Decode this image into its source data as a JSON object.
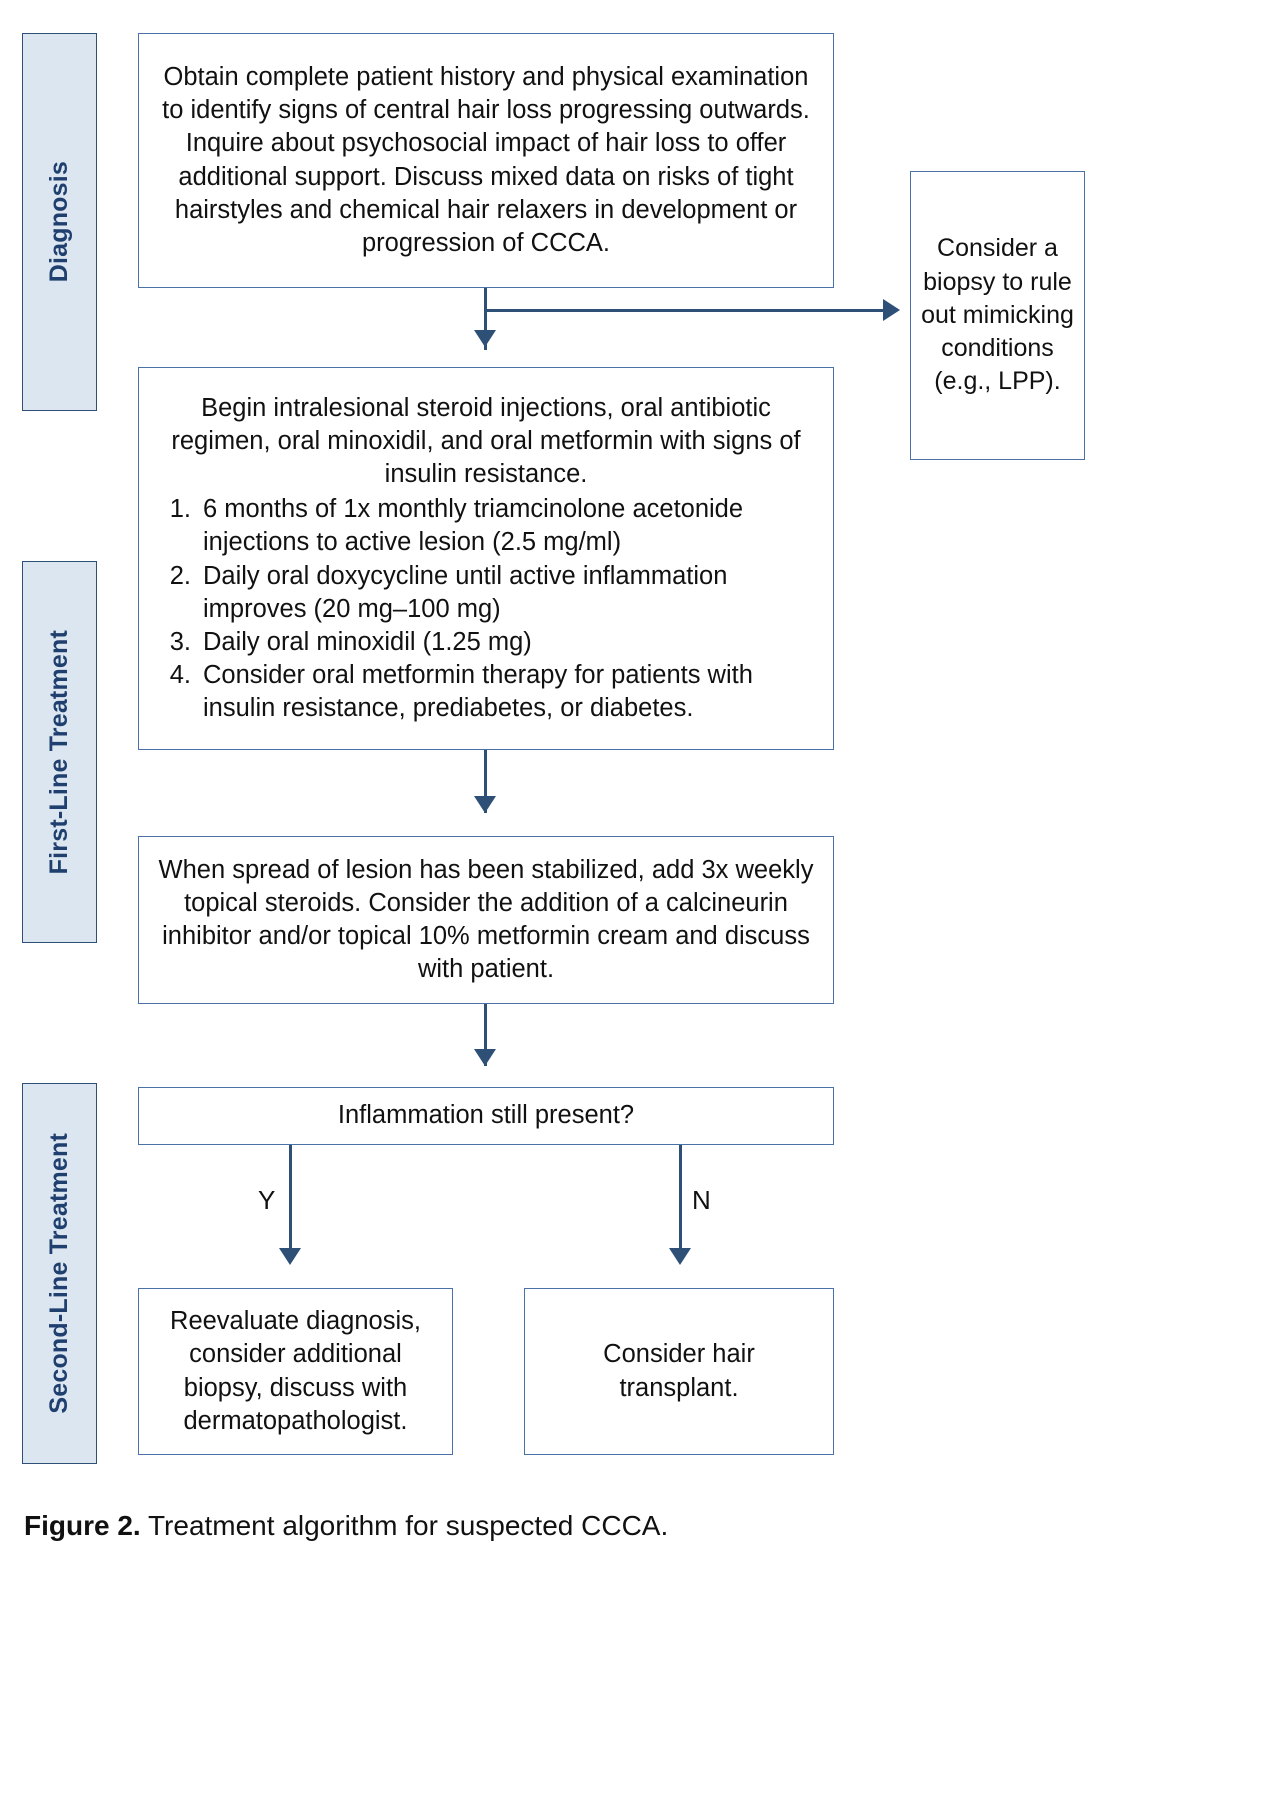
{
  "figure": {
    "caption_label": "Figure 2.",
    "caption_text": " Treatment algorithm for suspected CCCA."
  },
  "colors": {
    "phase_fill": "#dce6f1",
    "phase_border": "#2e5077",
    "phase_text": "#1f3f6e",
    "box_border": "#4a72a8",
    "connector": "#2e5077",
    "page_background": "#ffffff"
  },
  "phases": [
    {
      "label": "Diagnosis"
    },
    {
      "label": "First-Line Treatment"
    },
    {
      "label": "Second-Line Treatment"
    }
  ],
  "nodes": {
    "history": {
      "name": "patient-history-box",
      "text": "Obtain complete patient history and physical examination to identify signs of central hair loss progressing outwards. Inquire about psychosocial impact of hair loss to offer additional support. Discuss mixed data on risks of tight hairstyles and chemical hair relaxers in development or progression of  CCCA."
    },
    "biopsy": {
      "name": "biopsy-box",
      "text": "Consider a biopsy to rule out mimicking conditions (e.g., LPP)."
    },
    "first_line": {
      "name": "first-line-treatment-box",
      "intro": "Begin intralesional steroid injections, oral antibiotic regimen, oral minoxidil, and oral metformin with signs of insulin resistance.",
      "items": [
        {
          "num": "1.",
          "text": "6 months of 1x monthly triamcinolone acetonide injections to active lesion (2.5 mg/ml)"
        },
        {
          "num": "2.",
          "text": "Daily oral doxycycline until active inflammation improves (20 mg–100 mg)"
        },
        {
          "num": "3.",
          "text": "Daily oral minoxidil (1.25 mg)"
        },
        {
          "num": "4.",
          "text": "Consider oral metformin therapy for patients with insulin resistance, prediabetes, or diabetes."
        }
      ]
    },
    "topical": {
      "name": "topical-steroids-box",
      "text": "When spread of lesion has been stabilized, add 3x weekly topical steroids. Consider the addition of a calcineurin inhibitor and/or topical 10% metformin cream and discuss with patient."
    },
    "decision": {
      "name": "inflammation-decision-box",
      "text": "Inflammation still present?"
    },
    "reevaluate": {
      "name": "reevaluate-diagnosis-box",
      "text": "Reevaluate diagnosis, consider additional biopsy, discuss with dermatopathologist."
    },
    "transplant": {
      "name": "hair-transplant-box",
      "text": "Consider hair transplant."
    }
  },
  "branches": {
    "yes_label": "Y",
    "no_label": "N"
  }
}
